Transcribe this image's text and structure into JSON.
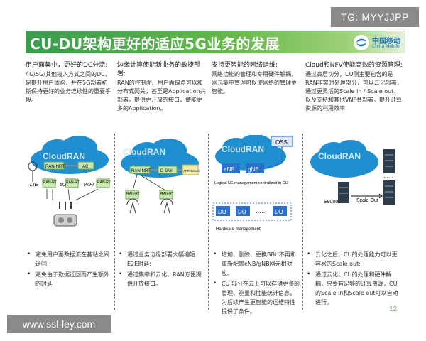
{
  "watermark_top": "TG: MYYJJPP",
  "watermark_bottom": "www.ssl-ley.com",
  "title": "CU-DU架构更好的适应5G业务的发展",
  "logo": {
    "name": "中国移动",
    "sub": "China Mobile"
  },
  "columns": [
    {
      "heading": "用户面集中，更好的DC分流:",
      "body": "4G/5G/其他接入方式之间的DC，是提升用户体验，并在5G部署初期保持更好的业务连续性的重要手段。",
      "diagram": {
        "cloud_label": "CloudRAN",
        "nodes": [
          "RAN-NRT",
          "AC",
          "RAN-RT",
          "RAN-RT",
          "RAN-RT"
        ],
        "access": [
          "LTE",
          "5G",
          "WiFi"
        ]
      },
      "bullets": [
        "避免用户面数据流在基站之间迂回;",
        "避免由于数据迂回而产生额外的时延"
      ]
    },
    {
      "heading": "边缘计算使能新业务的敏捷部署:",
      "body": "RAN的控制面、用户面锚点可以和分布式网关，甚至是Application共部署，提供更开放的接口，使能更多的Application。",
      "diagram": {
        "cloud_label": "CloudRAN",
        "nodes": [
          "RAN-NRT",
          "D-GW",
          "APP Server",
          "RAN-RT",
          "RAN-RT"
        ]
      },
      "bullets": [
        "通过业务边缘部署大幅缩短E2E时延;",
        "通过集中和云化，RAN方便提供开放接口。"
      ]
    },
    {
      "heading": "支持更智能的网络运维:",
      "body": "网络功能的管理和专用硬件解耦，网元集中管理可以使网络的管理更智能。",
      "diagram": {
        "cloud_label": "CloudRAN",
        "oss": "OSS",
        "enb": "eNB",
        "gnb": "gNB",
        "caption": "Logical NE management centralized in CU",
        "du": [
          "DU",
          "DU",
          "DU"
        ],
        "dots": "……",
        "hw": "Hardware management"
      },
      "bullets": [
        "增加、删除、更换BBU不再和重新配置eNB/gNB网元相对应。",
        "CU 部分在云上可以存储更多的管理、测量和性能统计信息，为后续产生更智能的运维特性提供了条件。"
      ]
    },
    {
      "heading": "Cloud和NFV使能高效的资源管理:",
      "body": "通过高层切分，CU侧主要包含的是RAN非实时处理部分，可以云化部署，通过更灵活的Scale in / Scale out，以及支持和其他VNF共部署，提升计算资源的利用效率",
      "diagram": {
        "cloud_label": "CloudRAN",
        "server": "E9000",
        "scale": "Scale Out",
        "dots": "……"
      },
      "bullets": [
        "云化之后，CU的处理能力可以更容易的Scale out;",
        "通过云化，CU的处理和硬件解耦，只要有足够的计算资源，CU的Scale in和Scale out可以自动进行。"
      ]
    }
  ],
  "page_number": "12",
  "colors": {
    "title_green": "#3a9b4e",
    "cloud_blue": "#1f8fd0",
    "node_green": "#c9e8b0",
    "du_blue": "#2a6fc9"
  }
}
